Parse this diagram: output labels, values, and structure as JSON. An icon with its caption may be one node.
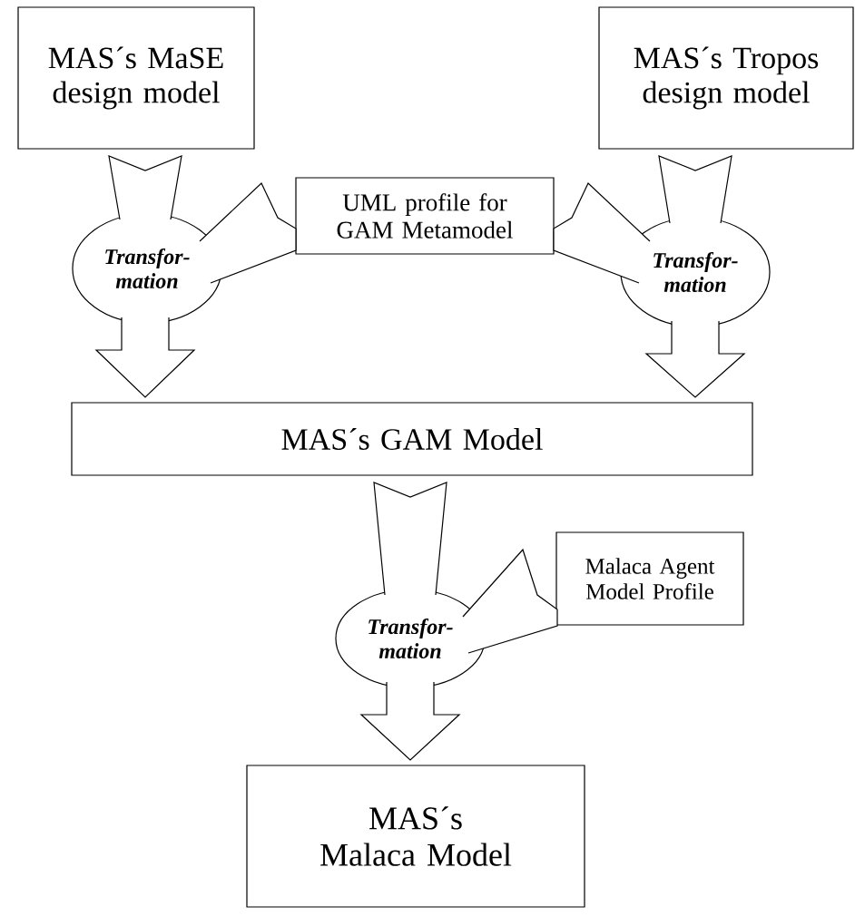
{
  "diagram": {
    "nodes": [
      {
        "text": [
          "MAS´s MaSE design model"
        ]
      },
      {
        "text": [
          "MAS´s Tropos design model"
        ]
      },
      {
        "text": [
          "UML profile for GAM Metamodel"
        ]
      },
      {
        "text": [
          "Transfor- mation"
        ]
      },
      {
        "text": [
          "Transfor- mation"
        ]
      },
      {
        "text": [
          "MAS´s GAM Model"
        ]
      },
      {
        "text": [
          "Malaca Agent Model Profile"
        ]
      },
      {
        "text": [
          "Transfor- mation"
        ]
      },
      {
        "text": [
          "MAS´s Malaca Model"
        ]
      }
    ],
    "edges": [
      {
        "from": 0,
        "to": 3,
        "arrow": "none"
      },
      {
        "from": 2,
        "to": 3,
        "arrow": "none"
      },
      {
        "from": 3,
        "to": 5,
        "arrow": "to"
      },
      {
        "from": 1,
        "to": 4,
        "arrow": "none"
      },
      {
        "from": 2,
        "to": 4,
        "arrow": "none"
      },
      {
        "from": 4,
        "to": 5,
        "arrow": "to"
      },
      {
        "from": 5,
        "to": 7,
        "arrow": "none"
      },
      {
        "from": 6,
        "to": 7,
        "arrow": "none"
      },
      {
        "from": 7,
        "to": 8,
        "arrow": "to"
      }
    ]
  }
}
